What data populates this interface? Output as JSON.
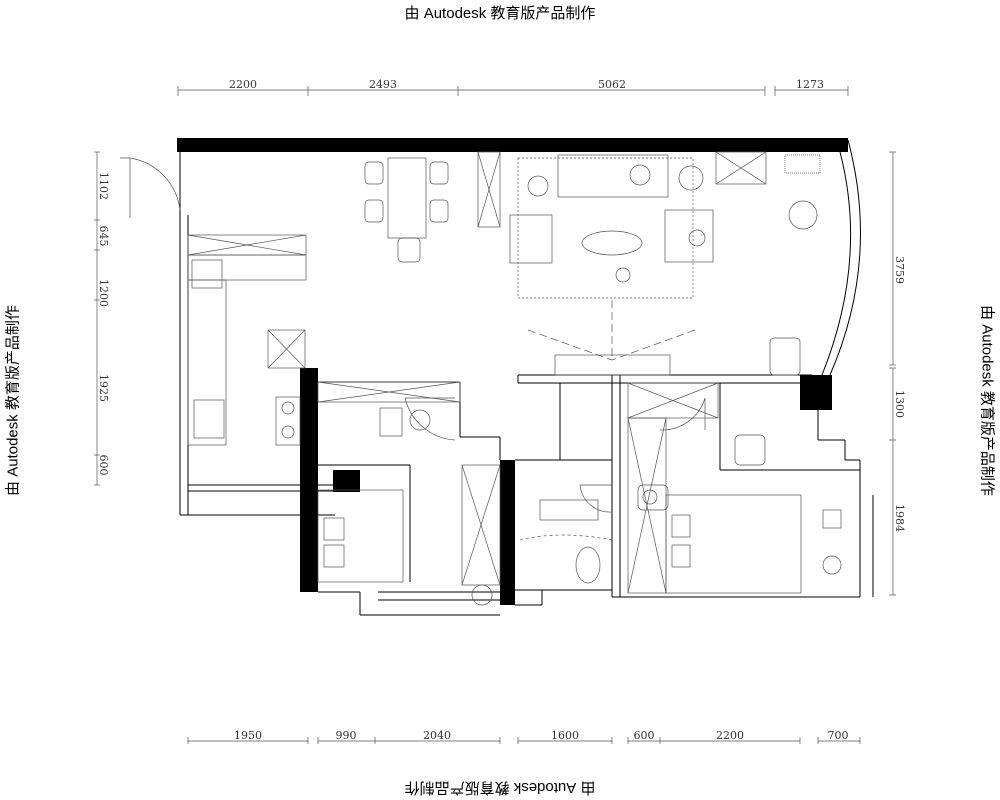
{
  "watermark": {
    "text": "由 Autodesk 教育版产品制作"
  },
  "dimensions": {
    "top": [
      "2200",
      "2493",
      "5062",
      "1273"
    ],
    "left": [
      "1102",
      "645",
      "1200",
      "1925",
      "600"
    ],
    "right": [
      "3759",
      "1300",
      "1984"
    ],
    "bottom": [
      "1950",
      "990",
      "2040",
      "1600",
      "600",
      "2200",
      "700"
    ]
  }
}
